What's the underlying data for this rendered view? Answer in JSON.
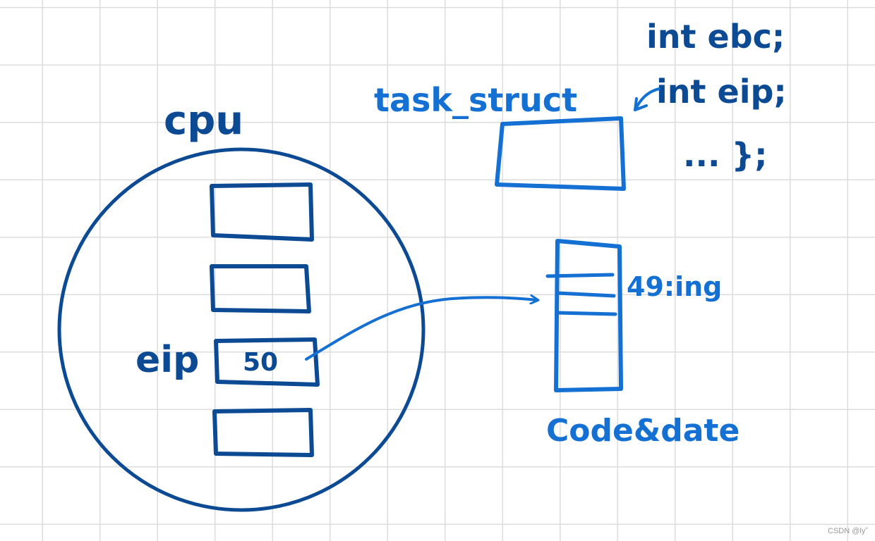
{
  "cpu": {
    "label": "cpu",
    "register_label": "eip",
    "register_value": "50"
  },
  "task_struct": {
    "label": "task_struct",
    "code_lines": [
      "int ebc;",
      "int eip;",
      "... };"
    ]
  },
  "memory": {
    "address_label": "49:ing",
    "label": "Code&date"
  },
  "watermark": "CSDN @ly˘"
}
